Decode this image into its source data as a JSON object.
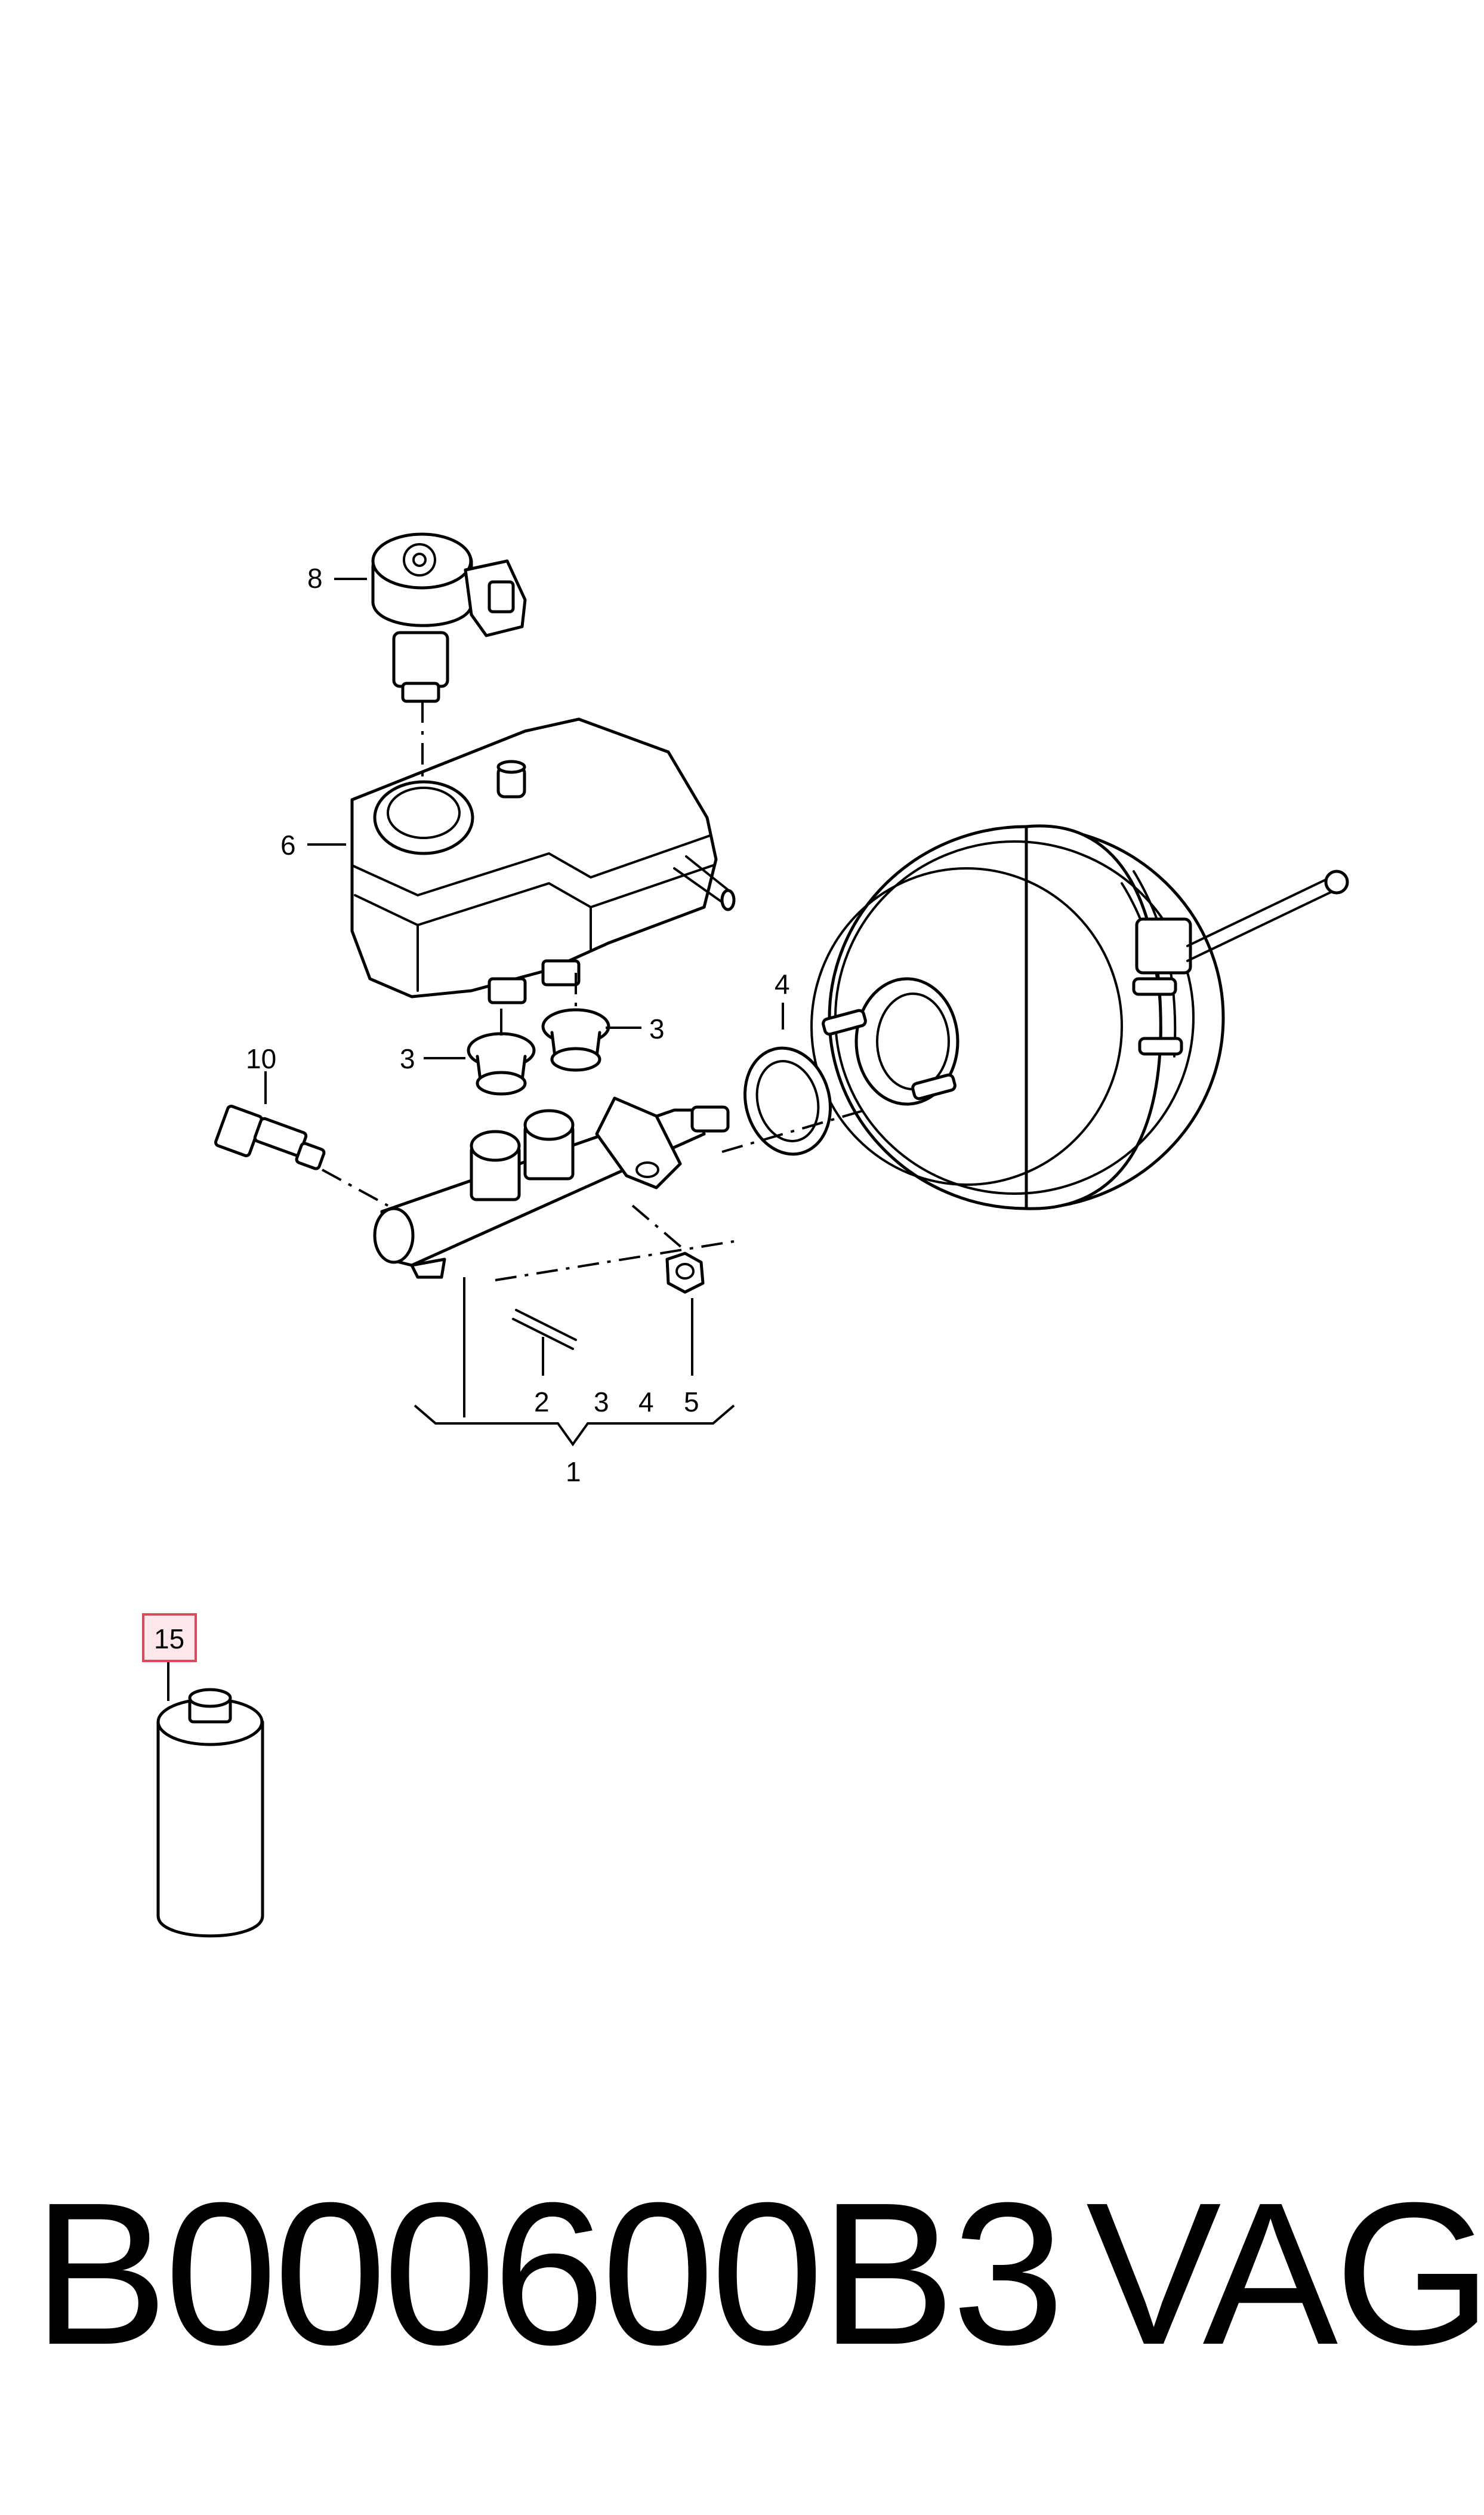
{
  "diagram": {
    "callouts": {
      "c1": "1",
      "c2": "2",
      "c3a": "3",
      "c3b": "3",
      "c3c": "3",
      "c4a": "4",
      "c4b": "4",
      "c5": "5",
      "c6": "6",
      "c8": "8",
      "c10": "10",
      "c15": "15"
    },
    "highlight_color": "#d64a5c"
  },
  "footer": {
    "part_number": "B000600B3",
    "brand": "VAG"
  }
}
